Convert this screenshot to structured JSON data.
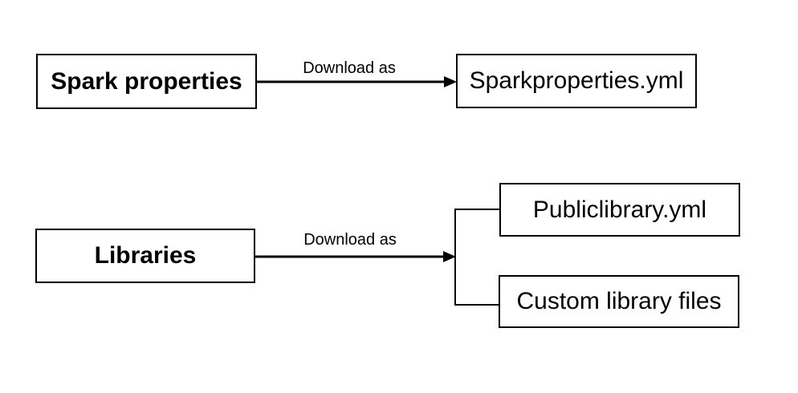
{
  "diagram": {
    "background_color": "#ffffff",
    "line_color": "#000000",
    "text_color": "#000000",
    "flows": [
      {
        "source": {
          "label": "Spark properties"
        },
        "edge": {
          "label": "Download as"
        },
        "targets": [
          {
            "label": "Sparkproperties.yml"
          }
        ]
      },
      {
        "source": {
          "label": "Libraries"
        },
        "edge": {
          "label": "Download as"
        },
        "targets": [
          {
            "label": "Publiclibrary.yml"
          },
          {
            "label": "Custom library files"
          }
        ]
      }
    ]
  }
}
